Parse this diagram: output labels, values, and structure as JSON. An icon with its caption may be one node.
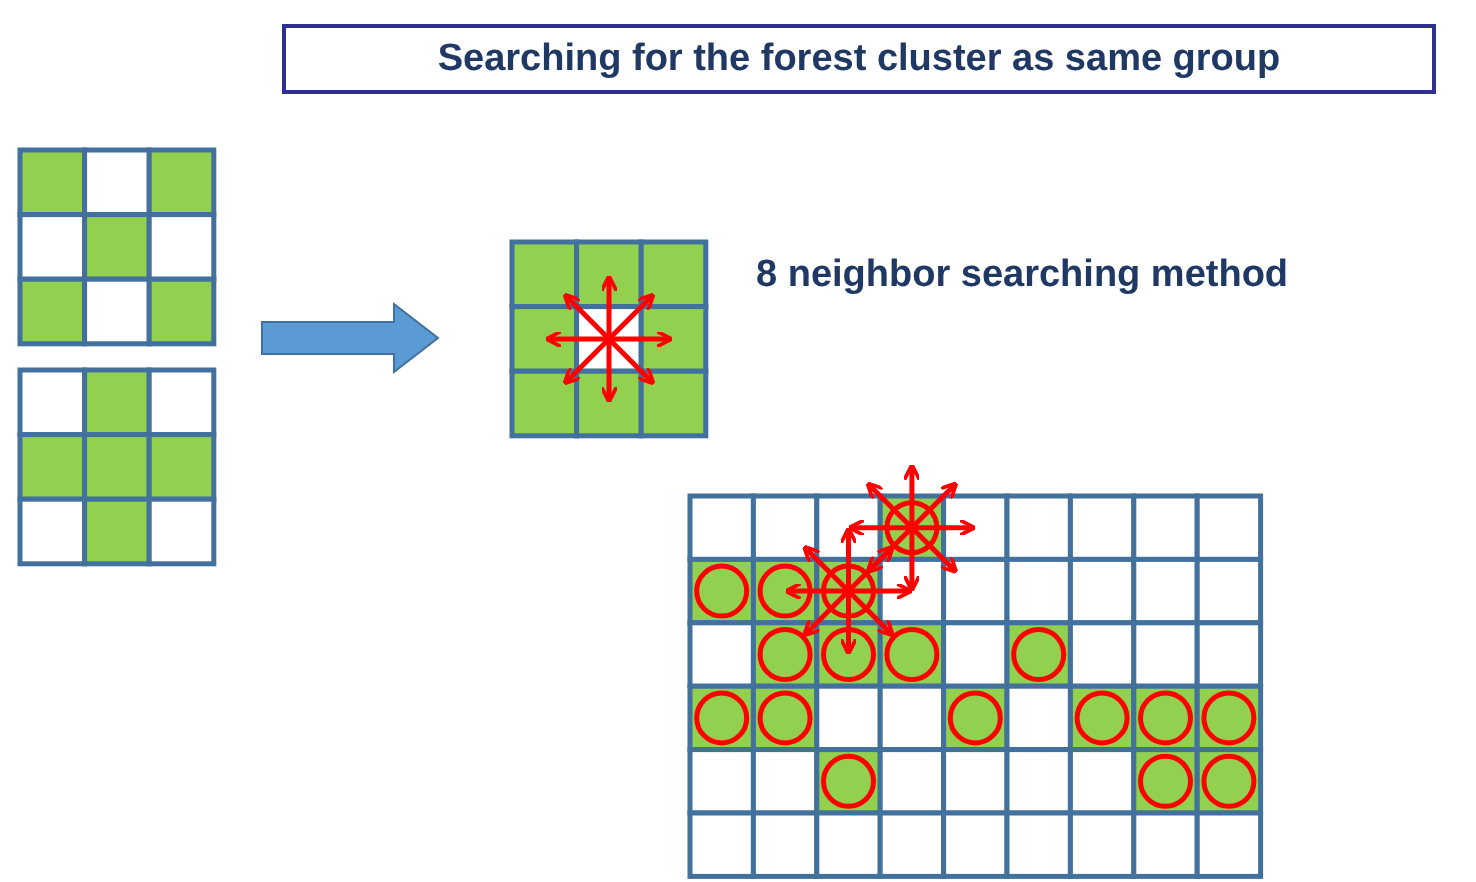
{
  "diagram": {
    "nodes": [
      {
        "text": [
          "Searching for the forest cluster as same group"
        ]
      },
      {
        "text": [],
        "shape": "grid"
      },
      {
        "text": [],
        "shape": "grid"
      },
      {
        "text": [],
        "shape": "grid"
      }
    ],
    "edges": [
      {
        "from": 1,
        "to": 2,
        "arrow": "to",
        "style": "thick"
      }
    ],
    "labels": [
      "8 neighbor searching method"
    ]
  }
}
